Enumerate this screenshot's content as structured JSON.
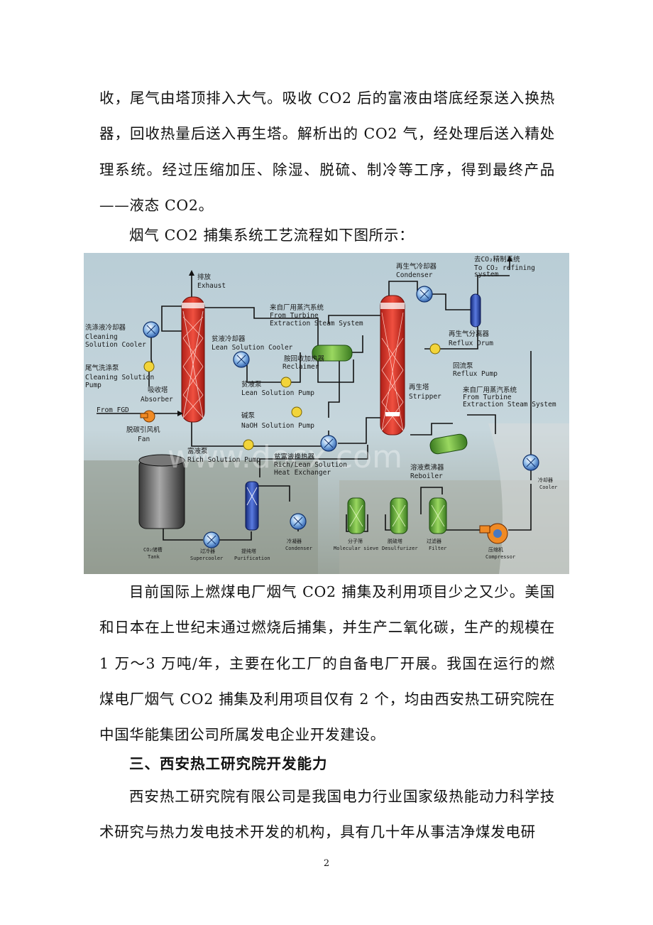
{
  "paragraph1": "收，尾气由塔顶排入大气。吸收 CO2 后的富液由塔底经泵送入换热器，回收热量后送入再生塔。解析出的 CO2 气，经处理后送入精处理系统。经过压缩加压、除湿、脱硫、制冷等工序，得到最终产品——液态 CO2。",
  "caption_intro": "烟气 CO2 捕集系统工艺流程如下图所示：",
  "diagram": {
    "exhaust_cn": "排放",
    "exhaust_en": "Exhaust",
    "cleaning_cooler_cn": "洗涤液冷却器",
    "cleaning_cooler_en1": "Cleaning",
    "cleaning_cooler_en2": "Solution Cooler",
    "cleaning_pump_cn": "尾气洗涤泵",
    "cleaning_pump_en1": "Cleaning Solution",
    "cleaning_pump_en2": "Pump",
    "absorber_cn": "吸收塔",
    "absorber_en": "Absorber",
    "from_fgd": "From FGD",
    "fan_cn": "脱碳引风机",
    "fan_en": "Fan",
    "lean_cooler_cn": "贫液冷却器",
    "lean_cooler_en": "Lean Solution Cooler",
    "steam_cn": "来自厂用蒸汽系统",
    "steam_en1": "From Turbine",
    "steam_en2": "Extraction Steam System",
    "reclaimer_cn": "胺回收加热器",
    "reclaimer_en": "Reclaimer",
    "lean_pump_cn": "贫液泵",
    "lean_pump_en": "Lean Solution Pump",
    "naoh_pump_cn": "碱泵",
    "naoh_pump_en": "NaOH Solution Pump",
    "rich_pump_cn": "富液泵",
    "rich_pump_en": "Rich Solution Pump",
    "hx_cn": "贫富液换热器",
    "hx_en1": "Rich/Lean Solution",
    "hx_en2": "Heat Exchanger",
    "condenser_top_cn": "再生气冷却器",
    "condenser_top_en": "Condenser",
    "refining_cn": "去CO₂精制系统",
    "refining_en1": "To CO₂ refining",
    "refining_en2": "system",
    "reflux_drum_cn": "再生气分离器",
    "reflux_drum_en": "Reflux Drum",
    "reflux_pump_cn": "回流泵",
    "reflux_pump_en": "Reflux Pump",
    "stripper_cn": "再生塔",
    "stripper_en": "Stripper",
    "steam2_cn": "来自厂用蒸汽系统",
    "steam2_en1": "From Turbine",
    "steam2_en2": "Extraction Steam System",
    "reboiler_cn": "溶液煮沸器",
    "reboiler_en": "Reboiler",
    "cooler_cn": "冷却器",
    "cooler_en": "Cooler",
    "compressor_cn": "压缩机",
    "compressor_en": "Compressor",
    "filter_cn": "过滤器",
    "filter_en": "Filter",
    "desulf_cn": "脱硫塔",
    "desulf_en": "Desulfurizer",
    "sieve_cn": "分子筛",
    "sieve_en": "Molecular sieve",
    "condenser_low_cn": "冷凝器",
    "condenser_low_en": "Condenser",
    "purification_cn": "提纯塔",
    "purification_en": "Purification",
    "supercooler_cn": "过冷器",
    "supercooler_en": "Supercooler",
    "tank_cn": "CO₂储槽",
    "tank_en": "Tank",
    "watermark": "www.docx.com"
  },
  "paragraph2": "目前国际上燃煤电厂烟气 CO2 捕集及利用项目少之又少。美国和日本在上世纪末通过燃烧后捕集，并生产二氧化碳，生产的规模在 1 万～3 万吨/年，主要在化工厂的自备电厂开展。我国在运行的燃煤电厂烟气 CO2 捕集及利用项目仅有 2 个，均由西安热工研究院在中国华能集团公司所属发电企业开发建设。",
  "heading": "三、西安热工研究院开发能力",
  "paragraph3": "西安热工研究院有限公司是我国电力行业国家级热能动力科学技术研究与热力发电技术开发的机构，具有几十年从事洁净煤发电研",
  "page_number": "2"
}
